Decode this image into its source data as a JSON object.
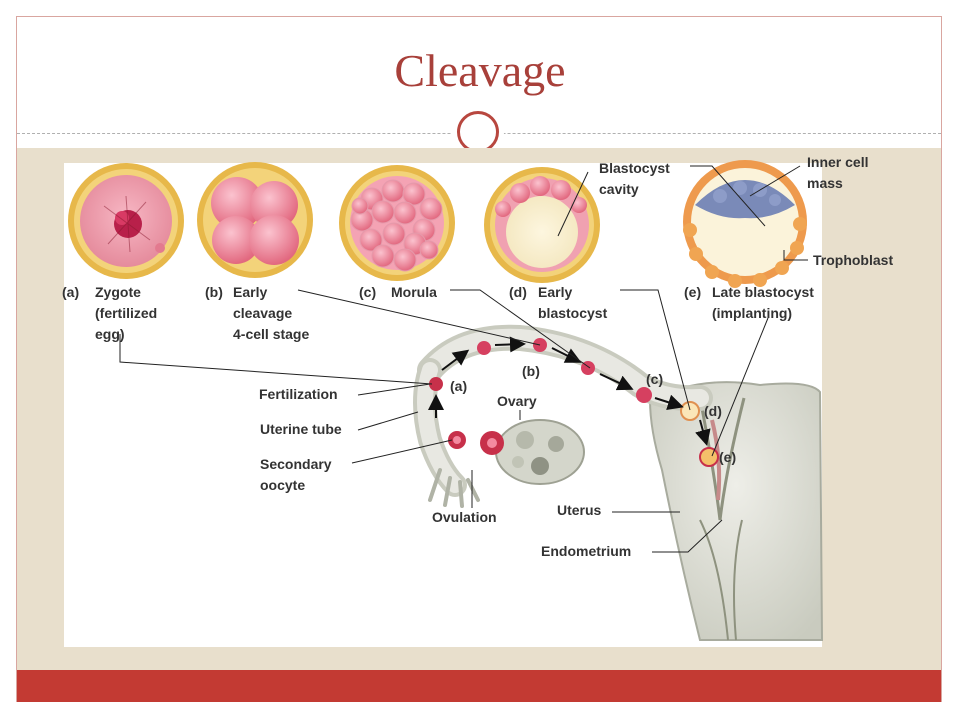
{
  "slide": {
    "title": "Cleavage",
    "colors": {
      "accent": "#c33a33",
      "title": "#a8403a",
      "band": "#e8dfcc"
    }
  },
  "labels": {
    "a_tag": "(a)",
    "a_text": "Zygote\n(fertilized\negg)",
    "b_tag": "(b)",
    "b_text": "Early\ncleavage\n4-cell stage",
    "c_tag": "(c)",
    "c_text": "Morula",
    "d_tag": "(d)",
    "d_text": "Early\nblastocyst",
    "e_tag": "(e)",
    "e_text": "Late blastocyst\n(implanting)",
    "blastocyst_cavity": "Blastocyst\ncavity",
    "inner_cell_mass": "Inner cell\nmass",
    "trophoblast": "Trophoblast",
    "fertilization": "Fertilization",
    "uterine_tube": "Uterine tube",
    "secondary_oocyte": "Secondary\noocyte",
    "ovulation": "Ovulation",
    "ovary": "Ovary",
    "uterus": "Uterus",
    "endometrium": "Endometrium",
    "marker_a": "(a)",
    "marker_b": "(b)",
    "marker_c": "(c)",
    "marker_d": "(d)",
    "marker_e": "(e)"
  }
}
